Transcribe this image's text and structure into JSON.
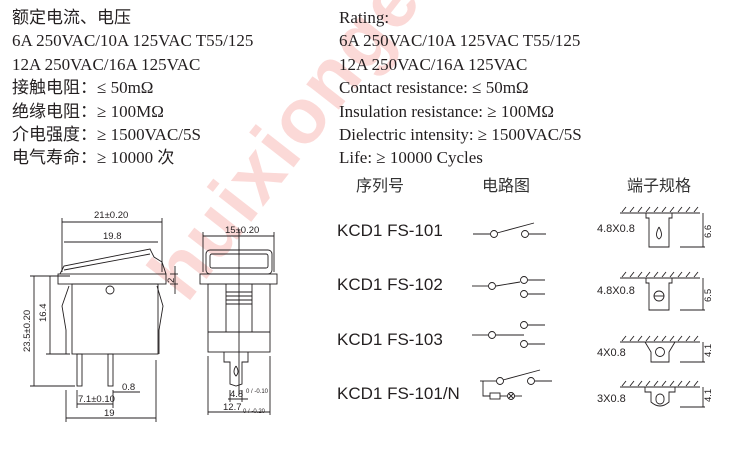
{
  "specs_cn": [
    "额定电流、电压",
    "6A 250VAC/10A 125VAC T55/125",
    "12A 250VAC/16A 125VAC",
    "接触电阻：≤ 50mΩ",
    "绝缘电阻：≥ 100MΩ",
    "介电强度：≥ 1500VAC/5S",
    "电气寿命：≥ 10000 次"
  ],
  "specs_en": [
    "Rating:",
    "6A 250VAC/10A 125VAC T55/125",
    "12A 250VAC/16A 125VAC",
    "Contact resistance: ≤ 50mΩ",
    "Insulation resistance: ≥ 100MΩ",
    "Dielectric intensity: ≥ 1500VAC/5S",
    "Life: ≥ 10000 Cycles"
  ],
  "table_headers": {
    "model": "序列号",
    "circuit": "电路图",
    "terminal": "端子规格"
  },
  "models": [
    "KCD1 FS-101",
    "KCD1 FS-102",
    "KCD1 FS-103",
    "KCD1 FS-101/N"
  ],
  "terminals": [
    {
      "size": "4.8X0.8",
      "height": "6.6"
    },
    {
      "size": "4.8X0.8",
      "height": "6.5"
    },
    {
      "size": "4X0.8",
      "height": "4.1"
    },
    {
      "size": "3X0.8",
      "height": "4.1"
    }
  ],
  "dimensions": {
    "front_width": "21±0.20",
    "rocker_width": "19.8",
    "flange_height": "2",
    "total_height": "23.5±0.20",
    "body_height": "16.4",
    "pin_thickness": "0.8",
    "pin_spacing": "7.1±0.10",
    "body_width": "19",
    "side_width": "15±0.20",
    "tab_width": "4.8",
    "tab_tol": "0 / -0.10",
    "side_base": "12.7",
    "side_base_tol": "0 / -0.20"
  },
  "watermark": "huixiongele.com"
}
